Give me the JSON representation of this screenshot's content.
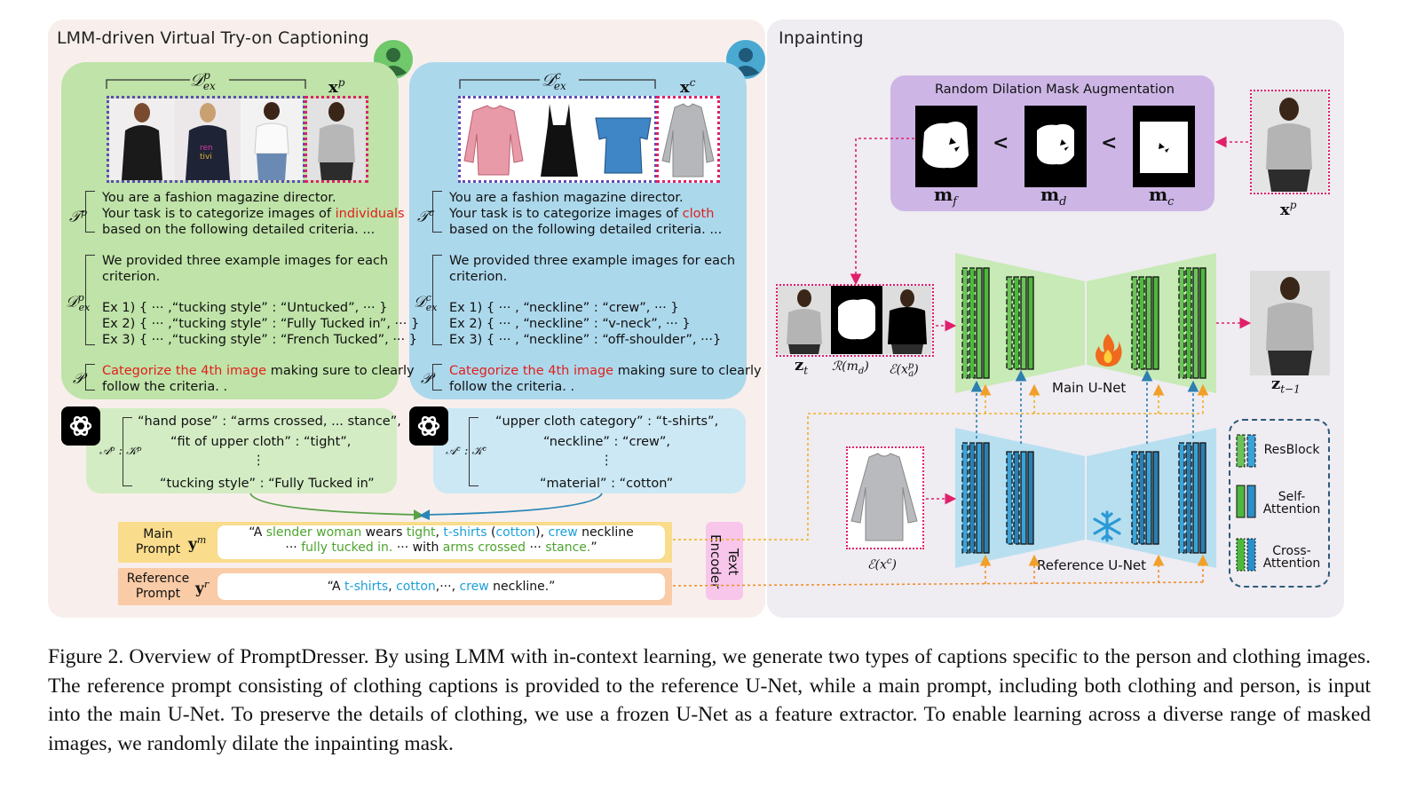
{
  "left_panel": {
    "title": "LMM-driven Virtual Try-on Captioning",
    "person_card": {
      "set_label": "𝒟",
      "set_sup": "p",
      "set_sub": "ex",
      "query_label": "x",
      "query_sup": "p",
      "task_symbol": "𝒯",
      "task_sup": "p",
      "task_lines": [
        "You are a fashion magazine director.",
        "Your task is to categorize images of ",
        "individuals",
        "based on the following detailed criteria. ..."
      ],
      "examples_intro": [
        "We provided three example images for each",
        "criterion."
      ],
      "examples_symbol": "𝒟",
      "examples": [
        "Ex 1) { ··· ,“tucking style” : “Untucked”, ··· }",
        "Ex 2) { ··· ,“tucking style” : “Fully Tucked in”, ··· }",
        "Ex 3) { ··· ,“tucking style” : “French Tucked”, ··· }"
      ],
      "prompt_symbol": "𝒫",
      "prompt_red": "Categorize the 4th image",
      "prompt_rest": " making sure to clearly",
      "prompt_line2": "follow the criteria. ."
    },
    "cloth_card": {
      "set_label": "𝒟",
      "set_sup": "c",
      "set_sub": "ex",
      "query_label": "x",
      "query_sup": "c",
      "task_symbol": "𝒯",
      "task_sup": "c",
      "task_lines": [
        "You are a fashion magazine director.",
        "Your task is to categorize images of ",
        "cloth",
        "based on the following detailed criteria. ..."
      ],
      "examples_intro": [
        "We provided three example images for each",
        "criterion."
      ],
      "examples": [
        "Ex 1) { ··· , “neckline” : “crew”, ··· }",
        "Ex 2) { ··· , “neckline” : “v-neck”, ··· }",
        "Ex 3) { ··· , “neckline” : “off-shoulder”, ···}"
      ],
      "prompt_red": "Categorize the 4th image",
      "prompt_rest": " making sure to clearly",
      "prompt_line2": "follow the criteria. ."
    },
    "person_answer": {
      "symbol": "𝒜ᵖ : 𝒦ᵖ",
      "lines": [
        "“hand pose” : “arms crossed, ...  stance”,",
        "“fit of upper cloth” : “tight”,",
        "⋮",
        "“tucking style” : “Fully Tucked in”"
      ]
    },
    "cloth_answer": {
      "symbol": "𝒜ᶜ : 𝒦ᶜ",
      "lines": [
        "“upper cloth category” : “t-shirts”,",
        "“neckline” : “crew”,",
        "⋮",
        "“material” : “cotton”"
      ]
    },
    "main_prompt": {
      "label_line1": "Main",
      "label_line2": "Prompt",
      "symbol": "y",
      "sup": "m",
      "line1": [
        {
          "t": "“A ",
          "c": ""
        },
        {
          "t": "slender woman",
          "c": "grn"
        },
        {
          "t": " wears ",
          "c": ""
        },
        {
          "t": "tight",
          "c": "grn"
        },
        {
          "t": ", ",
          "c": ""
        },
        {
          "t": "t-shirts",
          "c": "blu"
        },
        {
          "t": " (",
          "c": ""
        },
        {
          "t": "cotton",
          "c": "blu"
        },
        {
          "t": "), ",
          "c": ""
        },
        {
          "t": "crew",
          "c": "blu"
        },
        {
          "t": " neckline",
          "c": ""
        }
      ],
      "line2": [
        {
          "t": "··· ",
          "c": ""
        },
        {
          "t": "fully tucked in.",
          "c": "grn"
        },
        {
          "t": " ··· with ",
          "c": ""
        },
        {
          "t": "arms crossed",
          "c": "grn"
        },
        {
          "t": " ··· ",
          "c": ""
        },
        {
          "t": "stance.",
          "c": "grn"
        },
        {
          "t": "”",
          "c": ""
        }
      ]
    },
    "reference_prompt": {
      "label_line1": "Reference",
      "label_line2": "Prompt",
      "symbol": "y",
      "sup": "r",
      "line1": [
        {
          "t": "“A ",
          "c": ""
        },
        {
          "t": "t-shirts",
          "c": "blu"
        },
        {
          "t": ", ",
          "c": ""
        },
        {
          "t": "cotton",
          "c": "blu"
        },
        {
          "t": ",···, ",
          "c": ""
        },
        {
          "t": "crew",
          "c": "blu"
        },
        {
          "t": " neckline.”",
          "c": ""
        }
      ]
    },
    "text_encoder_label": "Text Encoder"
  },
  "right_panel": {
    "title": "Inpainting",
    "mask_box_title": "Random Dilation Mask Augmentation",
    "mask_labels": [
      {
        "b": "m",
        "s": "f"
      },
      {
        "b": "m",
        "s": "d"
      },
      {
        "b": "m",
        "s": "c"
      }
    ],
    "less_than": "<",
    "xp_label": {
      "b": "x",
      "s": "p"
    },
    "input_labels": {
      "zt": {
        "b": "z",
        "s": "t"
      },
      "rm": "ℛ(m",
      "rm_sub": "d",
      "ex": "ℰ(x",
      "ex_sup": "p",
      "ex_sub": "a"
    },
    "output_label": {
      "b": "z",
      "s": "t−1"
    },
    "main_unet_label": "Main U-Net",
    "ref_unet_label": "Reference U-Net",
    "ref_input_label": "ℰ(x",
    "ref_input_sup": "c",
    "legend": [
      "ResBlock",
      "Self-\nAttention",
      "Cross-\nAttention"
    ]
  },
  "caption": "Figure 2. Overview of PromptDresser. By using LMM with in-context learning, we generate two types of captions specific to the person and clothing images. The reference prompt consisting of clothing captions is provided to the reference U-Net, while a main prompt, including both clothing and person, is input into the main U-Net. To preserve the details of clothing, we use a frozen U-Net as a feature extractor. To enable learning across a diverse range of masked images, we randomly dilate the inpainting mask.",
  "colors": {
    "left_bg": "#f8efec",
    "right_bg": "#efecf2",
    "green_card": "#bfe3a8",
    "blue_card": "#acd8ec",
    "mask_box": "#cdb6e6",
    "main_prompt": "#f9dc8c",
    "ref_prompt": "#f9cba6",
    "text_encoder": "#f7c6ea",
    "unet_green": "#c8eab6",
    "unet_blue": "#b8dff0"
  }
}
